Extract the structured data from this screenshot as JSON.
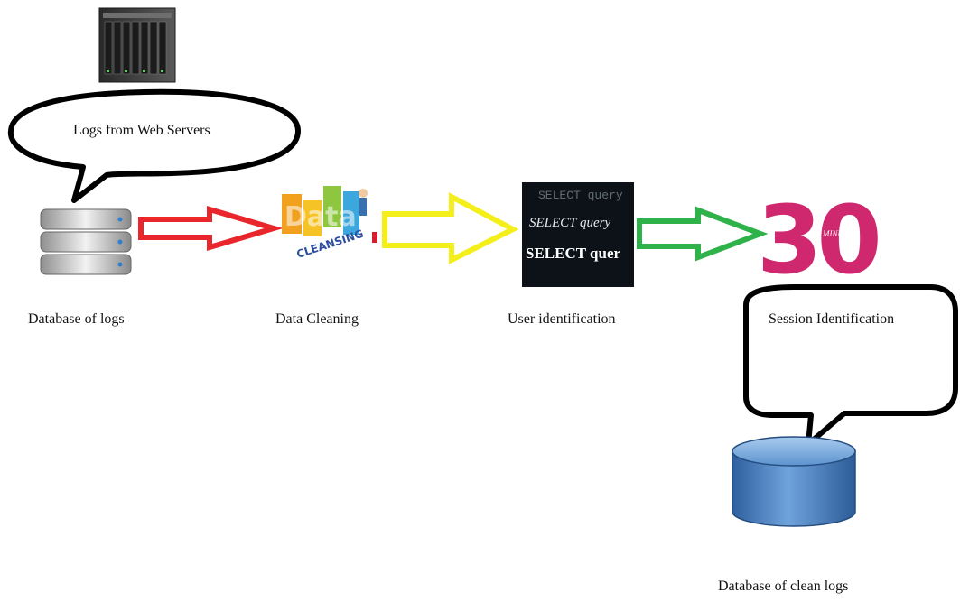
{
  "diagram": {
    "bubble_text": "Logs from Web Servers",
    "labels": {
      "database_of_logs": "Database of  logs",
      "data_cleaning": "Data Cleaning",
      "user_identification": "User identification",
      "session_identification": "Session Identification",
      "database_of_clean_logs": "Database of clean logs"
    },
    "cleansing_logo": {
      "word": "Data",
      "sub": "CLEANSING"
    },
    "query_screen": {
      "lines": [
        "SELECT query",
        "SELECT query",
        "SELECT quer"
      ]
    },
    "session_timer": {
      "number": "30",
      "unit": "MINUTES"
    },
    "arrows": [
      {
        "from": "database-of-logs",
        "to": "data-cleaning",
        "color": "#e8262b"
      },
      {
        "from": "data-cleaning",
        "to": "user-identification",
        "color": "#f4ef1a"
      },
      {
        "from": "user-identification",
        "to": "session-identification",
        "color": "#2fb24a"
      }
    ],
    "colors": {
      "arrow_red": "#e8262b",
      "arrow_yellow": "#f4ef1a",
      "arrow_green": "#2fb24a",
      "timer_magenta": "#d0286e",
      "clean_db_blue": "#4f86c6"
    }
  }
}
